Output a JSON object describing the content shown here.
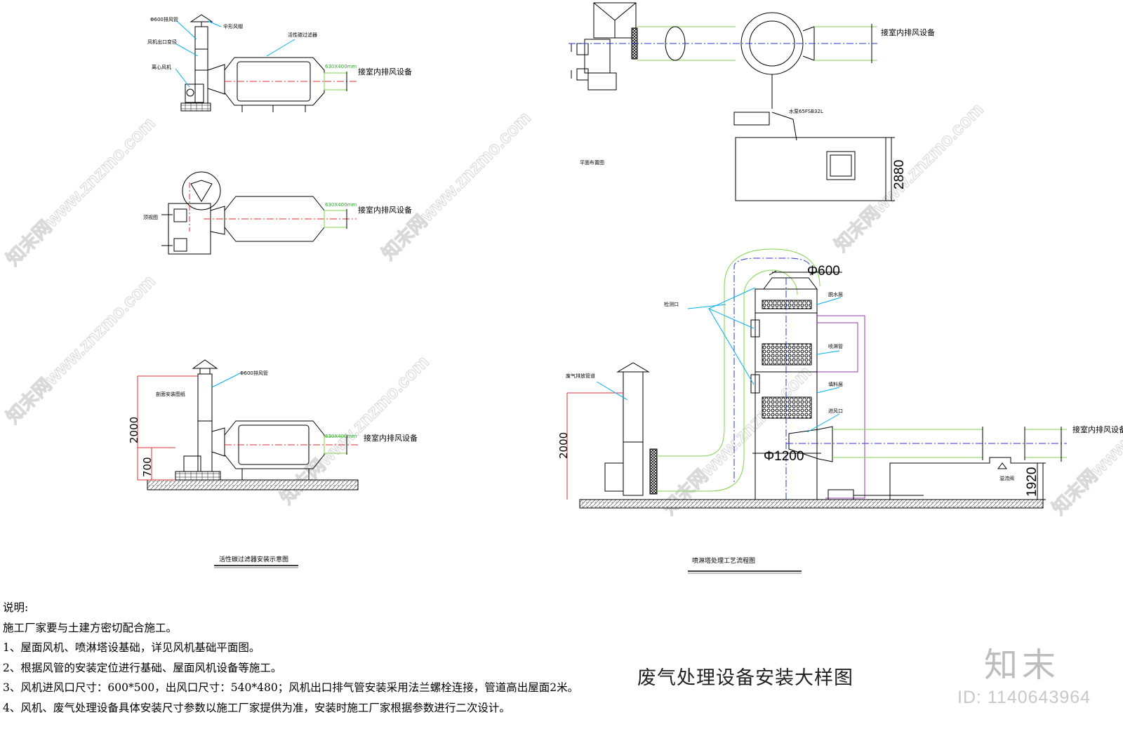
{
  "labels": {
    "exhaust_pipe": "Φ600排风管",
    "umbrella_cap": "伞形风帽",
    "carbon_filter": "活性碳过滤器",
    "fan_outlet_reducer": "风机出口变径",
    "centrifugal_fan": "离心风机",
    "duct_size": "630X400mm",
    "connect_indoor": "接室内排风设备",
    "top_view": "顶视图",
    "section_install": "剖面安装图纸",
    "plan_layout": "平面布置图",
    "pump": "水泵65FSB32L",
    "exhaust_duct": "废气排放管道",
    "inspection_port": "检测口",
    "dewater_layer": "脱水层",
    "spray_pipe": "喷淋管",
    "packing_layer": "填料层",
    "air_inlet": "进风口",
    "overflow": "溢流阀"
  },
  "dimensions": {
    "d2000_left": "2000",
    "d700": "700",
    "d2880": "2880",
    "phi600": "Φ600",
    "phi1200": "Φ1200",
    "d2000_right": "2000",
    "d1920": "1920"
  },
  "captions": {
    "carbon_filter_diagram": "活性碳过滤器安装示意图",
    "spray_tower_diagram": "喷淋塔处理工艺流程图"
  },
  "notes": {
    "heading": "说明:",
    "lines": [
      "施工厂家要与土建方密切配合施工。",
      "1、屋面风机、喷淋塔设基础，详见风机基础平面图。",
      "2、根据风管的安装定位进行基础、屋面风机设备等施工。",
      "3、风机进风口尺寸：600*500，出风口尺寸：540*480；风机出口排气管安装采用法兰螺栓连接，管道高出屋面2米。",
      "4、风机、废气处理设备具体安装尺寸参数以施工厂家提供为准，安装时施工厂家根据参数进行二次设计。"
    ]
  },
  "title": "废气处理设备安装大样图",
  "brand": {
    "name": "知末",
    "id": "ID: 1140643964",
    "watermark": "知末网www.znzmo.com"
  },
  "colors": {
    "line": "#000000",
    "leader": "#00b0f0",
    "green": "#7fd34a",
    "red_center": "#e03030",
    "blue_center": "#2a3ad0",
    "purple_pipe": "#9a3ab0",
    "watermark": "#d9d9d9"
  }
}
